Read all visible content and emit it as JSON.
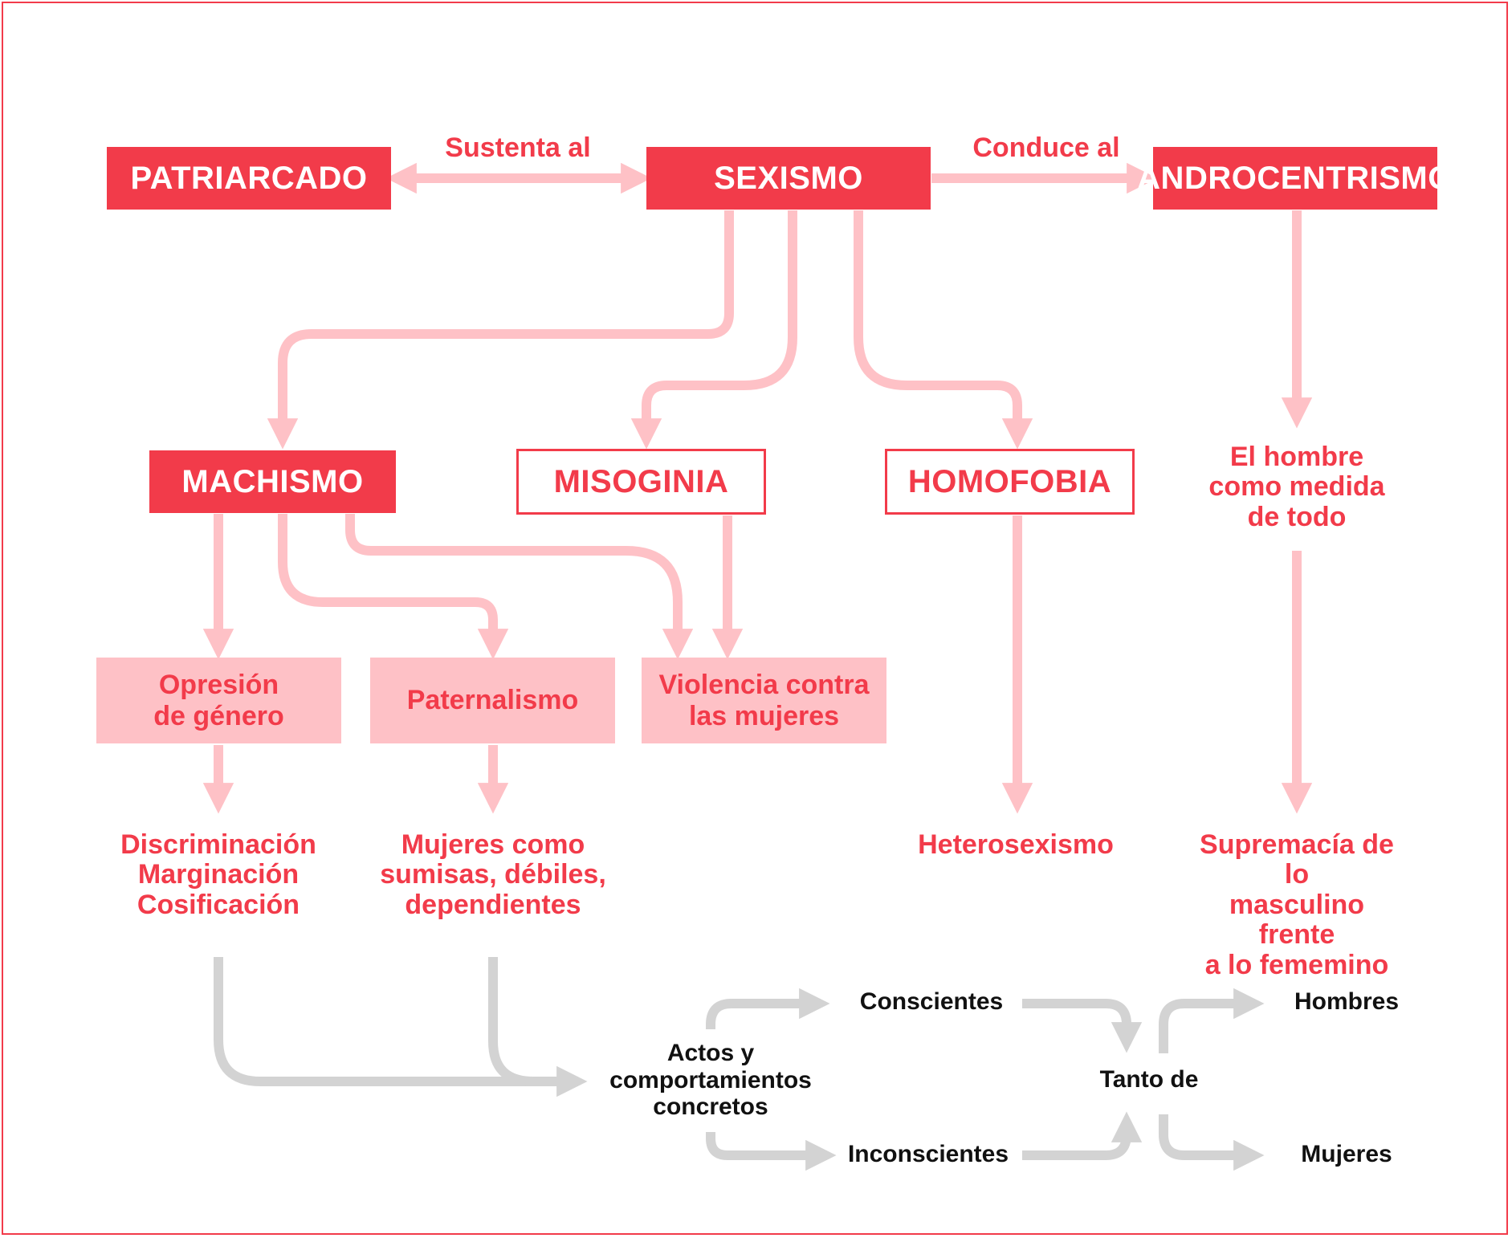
{
  "nodes": {
    "patriarcado": "PATRIARCADO",
    "sexismo": "SEXISMO",
    "androcentrismo": "ANDROCENTRISMO",
    "machismo": "MACHISMO",
    "misoginia": "MISOGINIA",
    "homofobia": "HOMOFOBIA",
    "opresion": "Opresión\nde género",
    "paternalismo": "Paternalismo",
    "violencia": "Violencia contra\nlas mujeres"
  },
  "labels": {
    "sustenta": "Sustenta al",
    "conduce": "Conduce al",
    "hombre_medida": "El hombre\ncomo medida\nde todo",
    "discriminacion": "Discriminación\nMarginación\nCosificación",
    "mujeres_sumisas": "Mujeres como\nsumisas, débiles,\ndependientes",
    "heterosexismo": "Heterosexismo",
    "supremacia": "Supremacía de lo\nmasculino frente\na lo fememino",
    "actos": "Actos y\ncomportamientos\nconcretos",
    "conscientes": "Conscientes",
    "inconscientes": "Inconscientes",
    "tanto_de": "Tanto de",
    "hombres": "Hombres",
    "mujeres": "Mujeres"
  },
  "colors": {
    "primary_red": "#f23b4a",
    "light_pink": "#fec1c6",
    "gray": "#d3d3d3",
    "text_black": "#111111"
  }
}
